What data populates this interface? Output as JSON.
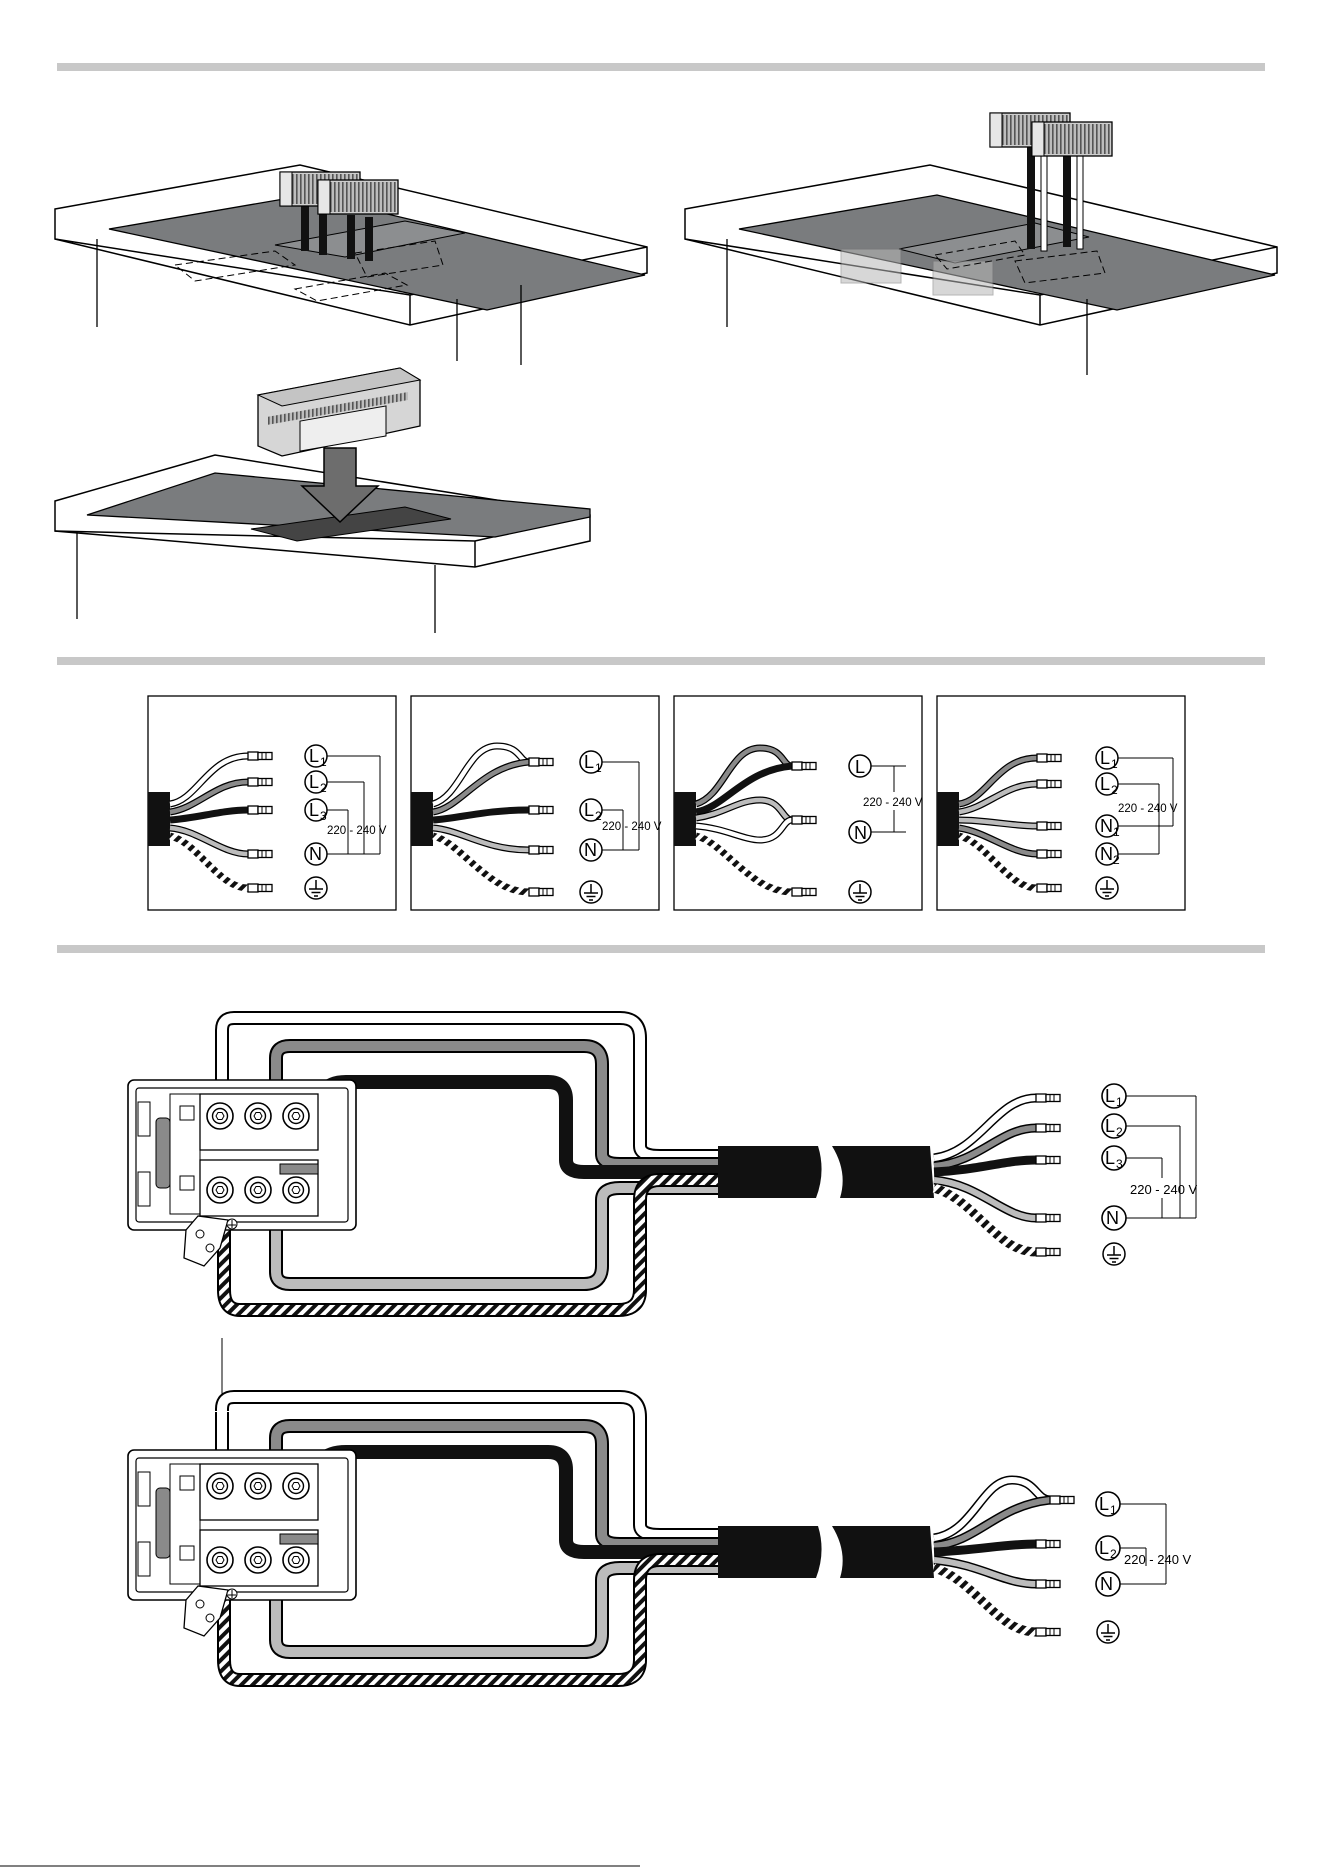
{
  "labels": {
    "l1": "L",
    "l2": "L",
    "l3": "L",
    "l": "L",
    "n": "N",
    "sub1": "1",
    "sub2": "2",
    "sub3": "3",
    "voltage": "220 - 240 V"
  },
  "colors": {
    "divider": "#c8c8c8",
    "hob": "#7a7c7e",
    "wire_grey": "#8a8a8a",
    "wire_light": "#bcbcbc",
    "wire_white": "#ffffff",
    "wire_black": "#111111",
    "line": "#000000"
  },
  "icons": [
    "earth-icon",
    "down-arrow-icon",
    "terminal-screw-icon"
  ]
}
